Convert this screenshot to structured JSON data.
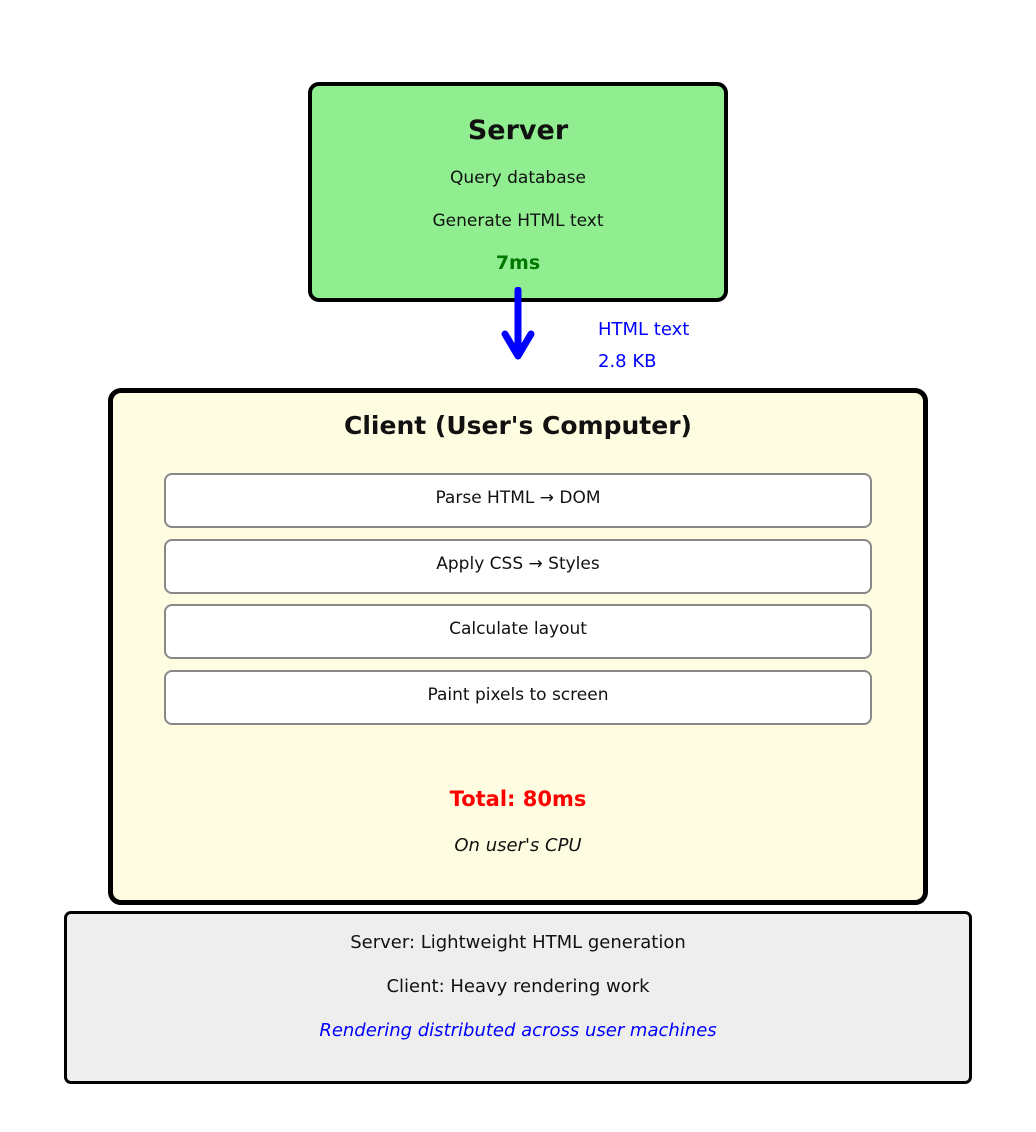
{
  "server_box": {
    "title": "Server",
    "steps": [
      "Query database",
      "Generate HTML text"
    ],
    "time": "7ms"
  },
  "transfer": {
    "line1": "HTML text",
    "line2": "2.8 KB"
  },
  "client_box": {
    "title": "Client (User's Computer)",
    "steps": [
      "Parse HTML → DOM",
      "Apply CSS → Styles",
      "Calculate layout",
      "Paint pixels to screen"
    ],
    "total": "Total: 80ms",
    "note": "On user's CPU"
  },
  "summary_box": {
    "line1": "Server: Lightweight HTML generation",
    "line2": "Client: Heavy rendering work",
    "highlight": "Rendering distributed across user machines"
  },
  "colors": {
    "server_bg": "#90EE90",
    "client_bg": "#FFFDE1",
    "summary_bg": "#EEEEEE",
    "arrow_blue": "#0000FF",
    "time_green": "#007700",
    "total_red": "#FF0000"
  }
}
